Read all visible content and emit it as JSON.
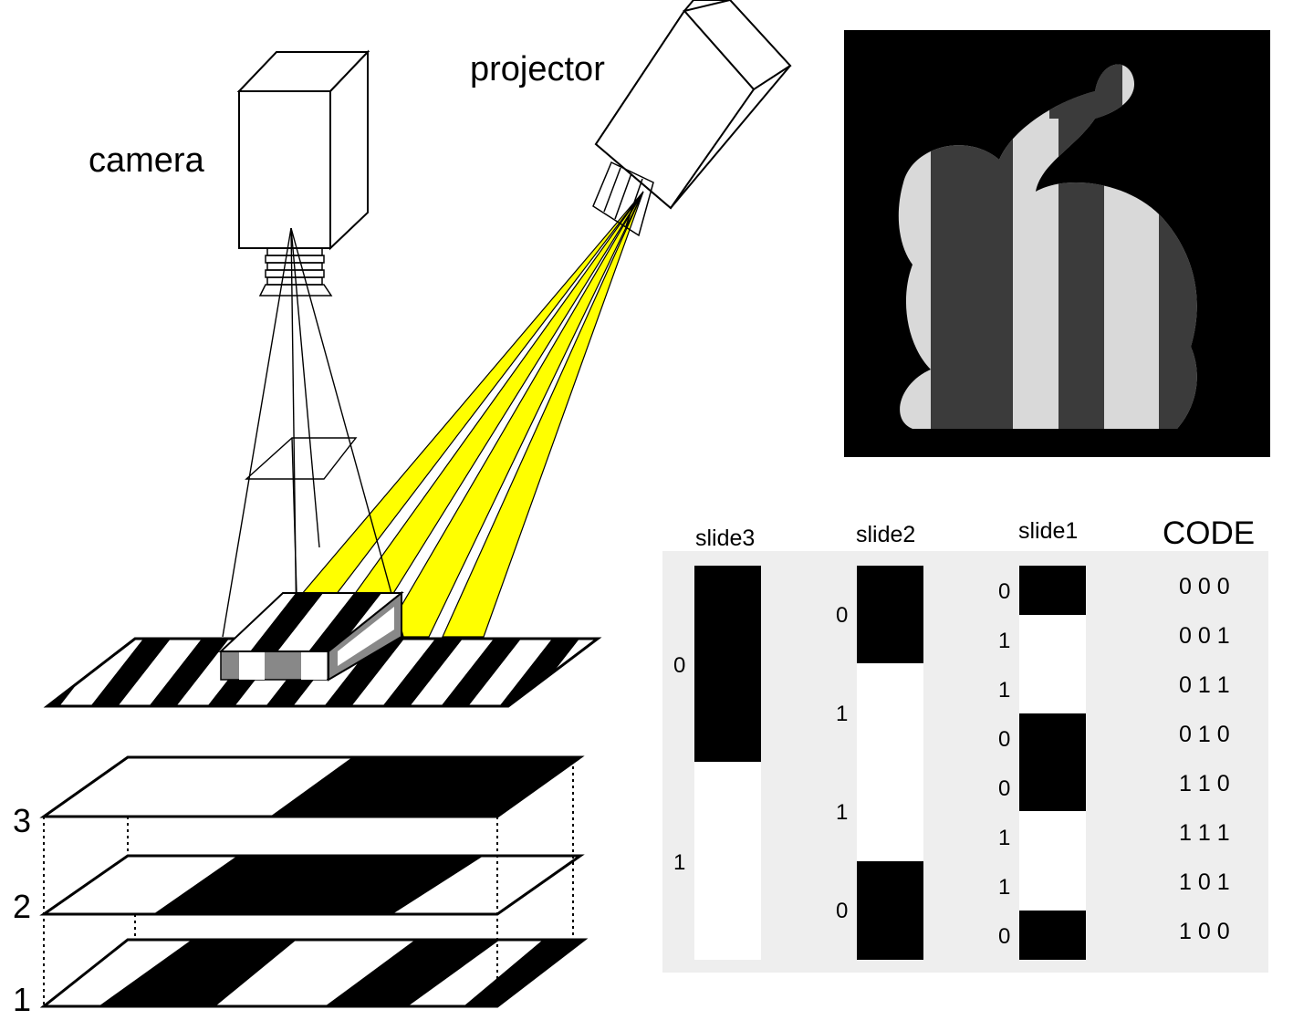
{
  "labels": {
    "camera": "camera",
    "projector": "projector",
    "layer3": "3",
    "layer2": "2",
    "layer1": "1"
  },
  "table": {
    "headers": [
      "slide3",
      "slide2",
      "slide1",
      "CODE"
    ],
    "slide3_bits": [
      "0",
      "1"
    ],
    "slide2_bits": [
      "0",
      "1",
      "1",
      "0"
    ],
    "slide1_bits": [
      "0",
      "1",
      "1",
      "0",
      "0",
      "1",
      "1",
      "0"
    ],
    "codes": [
      "0 0 0",
      "0 0 1",
      "0 1 1",
      "0 1 0",
      "1 1 0",
      "1 1 1",
      "1 0 1",
      "1 0 0"
    ]
  },
  "colors": {
    "beam": "#ffff00",
    "table_bg": "#eeeeee",
    "render_bg": "#000000"
  },
  "image": {
    "subject": "bunny-render"
  }
}
